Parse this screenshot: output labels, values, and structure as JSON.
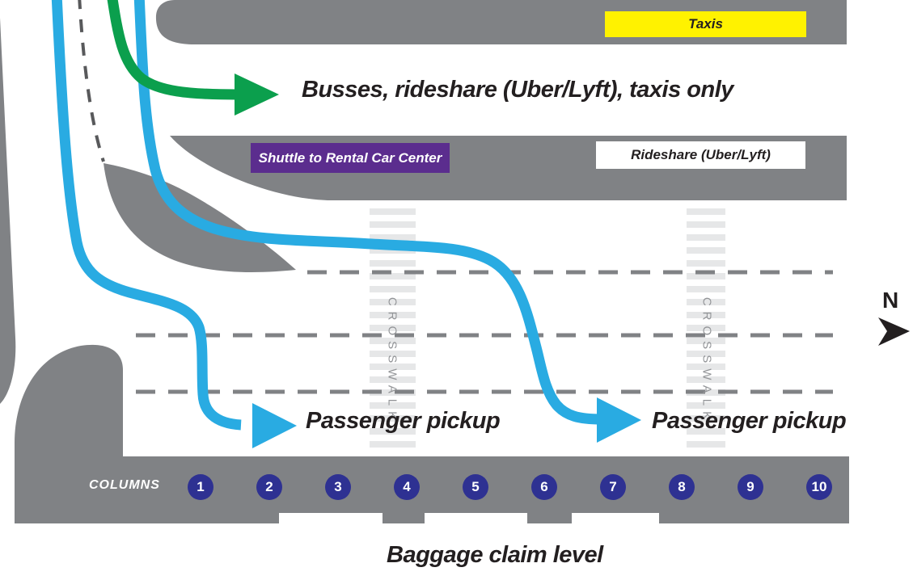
{
  "title": "Baggage claim level",
  "colors": {
    "road": "#808285",
    "stripe": "#E6E7E8",
    "lane_dash": "#808285",
    "ramp_dash": "#58595B",
    "route_blue": "#29ABE2",
    "route_green": "#0B9F4D",
    "taxi_yellow": "#FFF200",
    "shuttle_purple": "#5B2D8E",
    "column_blue": "#2E3192",
    "ink": "#231F20",
    "crosswalk_text": "#939598",
    "sign_white": "#FFFFFF"
  },
  "signs": {
    "taxis": "Taxis",
    "shuttle": "Shuttle to Rental Car Center",
    "rideshare": "Rideshare (Uber/Lyft)"
  },
  "labels": {
    "busses_route": "Busses, rideshare (Uber/Lyft), taxis only",
    "passenger_pickup_left": "Passenger pickup",
    "passenger_pickup_right": "Passenger pickup",
    "crosswalk_left": "CROSSWALK",
    "crosswalk_right": "CROSSWALK",
    "north": "N",
    "level": "Baggage claim level"
  },
  "columns": {
    "label": "COLUMNS",
    "numbers": [
      "1",
      "2",
      "3",
      "4",
      "5",
      "6",
      "7",
      "8",
      "9",
      "10"
    ]
  }
}
